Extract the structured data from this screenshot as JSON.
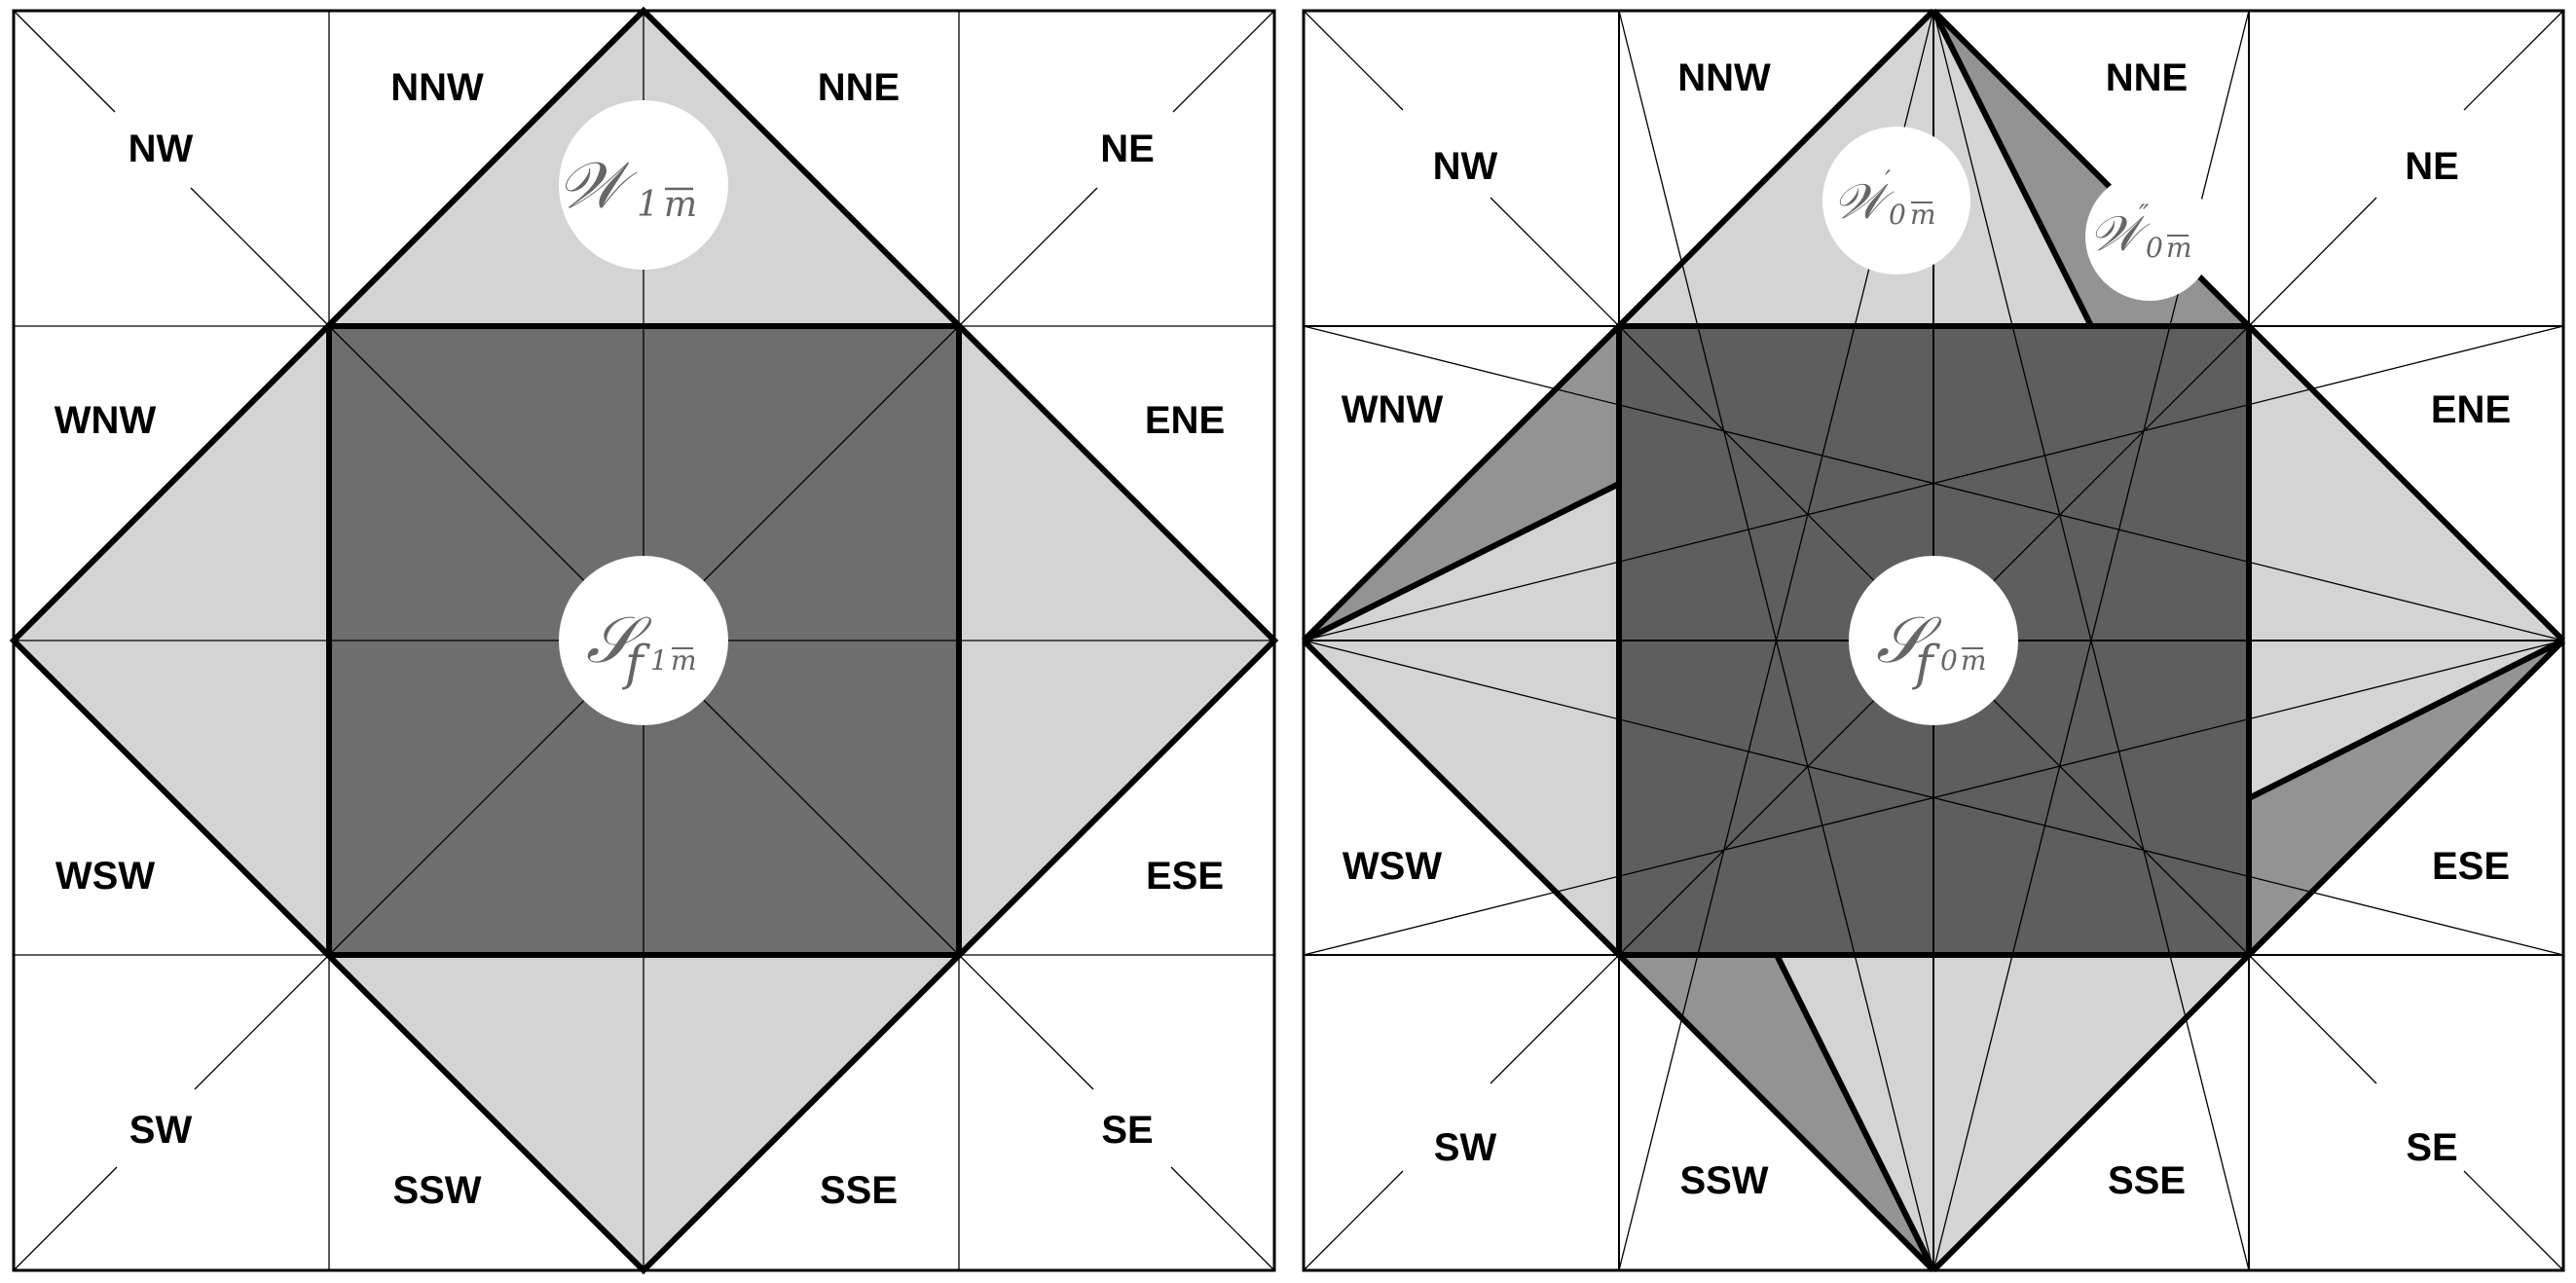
{
  "left_panel": {
    "direction_labels": [
      "NW",
      "NNW",
      "NNE",
      "NE",
      "WNW",
      "ENE",
      "WSW",
      "ESE",
      "SW",
      "SSW",
      "SSE",
      "SE"
    ],
    "outer_label": {
      "main": "𝒲",
      "sub": "1",
      "mark": "m"
    },
    "center_label": {
      "main": "𝒮",
      "mid": "f",
      "sub": "1",
      "mark": "m"
    }
  },
  "right_panel": {
    "direction_labels": [
      "NW",
      "NNW",
      "NNE",
      "NE",
      "WNW",
      "ENE",
      "WSW",
      "ESE",
      "SW",
      "SSW",
      "SSE",
      "SE"
    ],
    "upper_label_1": {
      "main": "𝒲",
      "prime": "′",
      "sub": "0",
      "mark": "m"
    },
    "upper_label_2": {
      "main": "𝒲",
      "prime": "″",
      "sub": "0",
      "mark": "m"
    },
    "center_label": {
      "main": "𝒮",
      "mid": "f",
      "sub": "0",
      "mark": "m"
    }
  },
  "colors": {
    "light_fill": "#d4d4d4",
    "medium_fill": "#939393",
    "dark_fill_left": "#6e6e6e",
    "dark_fill_right": "#5e5e5e",
    "line": "#000000",
    "symbol_text": "#666666"
  }
}
